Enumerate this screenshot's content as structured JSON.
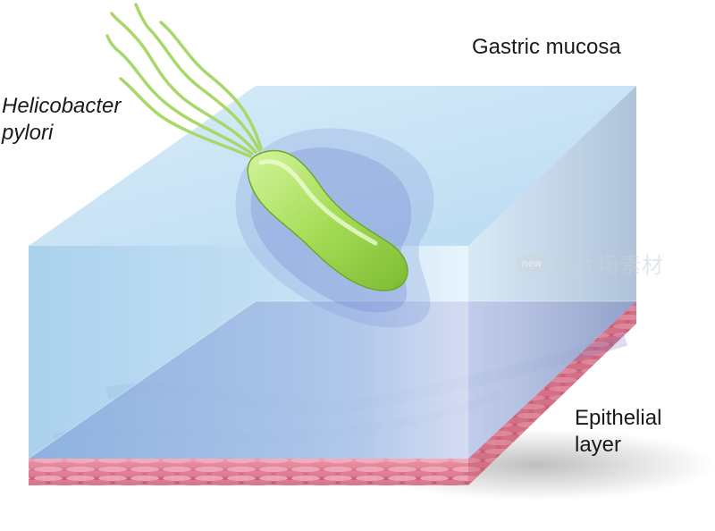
{
  "labels": {
    "bacterium": "Helicobacter\npylori",
    "mucosa": "Gastric mucosa",
    "epithelium": "Epithelial\nlayer"
  },
  "watermark": {
    "logo_text": "new",
    "text": "新片场素材"
  },
  "colors": {
    "mucus_front": "#a9d2ef",
    "mucus_top": "#cde7f8",
    "mucus_side": "#9fb8d6",
    "epithelium_purple": "#8e83c8",
    "tissue_red": "#d86f86",
    "bacterium_green": "#a8e05a"
  }
}
